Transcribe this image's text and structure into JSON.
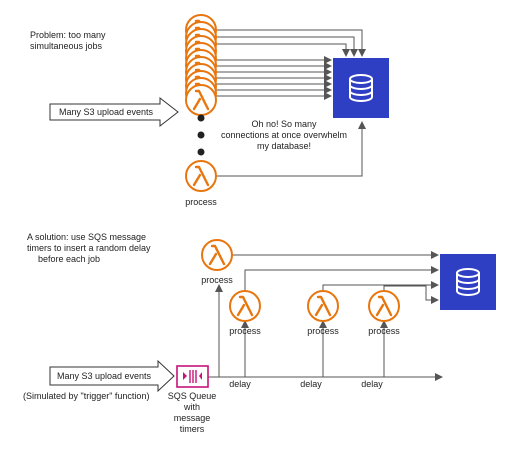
{
  "colors": {
    "lambda": "#e8760f",
    "database": "#2f3fc4",
    "queue": "#c7137a",
    "line": "#555555"
  },
  "problem": {
    "label_line1": "Problem:  too many",
    "label_line2": "simultaneous jobs",
    "events_label": "Many S3 upload events",
    "warning_line1": "Oh no!  So many",
    "warning_line2": "connections at once overwhelm",
    "warning_line3": "my database!",
    "process_label": "process"
  },
  "solution": {
    "label_line1": "A solution:  use SQS message",
    "label_line2": "timers to insert a random delay",
    "label_line3": "before each job",
    "events_label": "Many S3 upload events",
    "trigger_note": "(Simulated by \"trigger\" function)",
    "queue_line1": "SQS Queue",
    "queue_line2": "with",
    "queue_line3": "message",
    "queue_line4": "timers",
    "process_labels": [
      "process",
      "process",
      "process",
      "process"
    ],
    "delay_labels": [
      "delay",
      "delay",
      "delay"
    ]
  },
  "icons": {
    "lambda": "lambda-icon",
    "database": "database-icon",
    "queue": "sqs-queue-icon",
    "arrow": "block-arrow-icon",
    "dots": "ellipsis-dots"
  }
}
